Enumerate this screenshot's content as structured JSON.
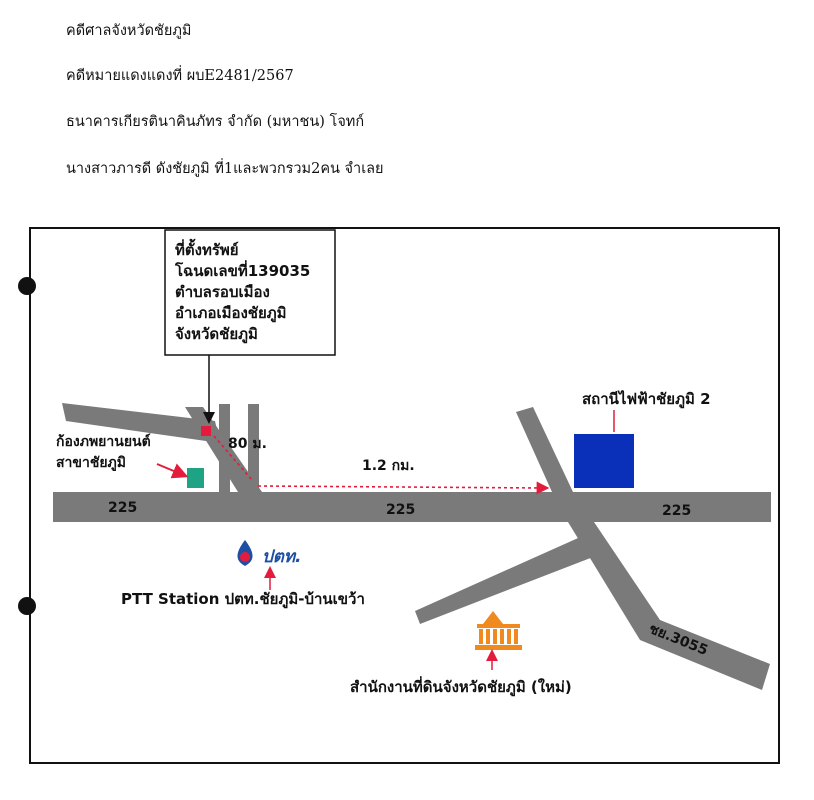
{
  "header": {
    "court": "คดีศาลจังหวัดชัยภูมิ",
    "case_no": "คดีหมายแดงแดงที่ ผบE2481/2567",
    "plaintiff": "ธนาคารเกียรตินาคินภัทร จำกัด (มหาชน)   โจทก์",
    "defendant": "นางสาวภารดี ดังชัยภูมิ ที่1และพวกรวม2คน    จำเลย"
  },
  "map": {
    "property_box": {
      "lines": [
        "ที่ตั้งทรัพย์",
        "โฉนดเลขที่139035",
        "ตำบลรอบเมือง",
        "อำเภอเมืองชัยภูมิ",
        "จังหวัดชัยภูมิ"
      ]
    },
    "labels": {
      "cinema_line1": "ก้องภพยานยนต์",
      "cinema_line2": "สาขาชัยภูมิ",
      "distance_80": "80 ม.",
      "distance_1_2": "1.2 กม.",
      "electricity": "สถานีไฟฟ้าชัยภูมิ 2",
      "road_left": "225",
      "road_mid": "225",
      "road_right": "225",
      "ptt_logo": "ปตท.",
      "ptt_station": "PTT Station ปตท.ชัยภูมิ-บ้านเขว้า",
      "land_office": "สำนักงานที่ดินจังหวัดชัยภูมิ (ใหม่)",
      "road_3055": "ชย.3055"
    },
    "colors": {
      "road": "#7a7a7a",
      "pin": "#e31c3d",
      "cinema_green": "#1ea385",
      "electricity_blue": "#0a2fb8",
      "ptt_blue": "#1f4fa3",
      "land_office_orange": "#f08a1e",
      "arrow_red": "#e31c3d"
    },
    "icons": [
      "ptt-logo-icon",
      "government-building-icon"
    ]
  }
}
